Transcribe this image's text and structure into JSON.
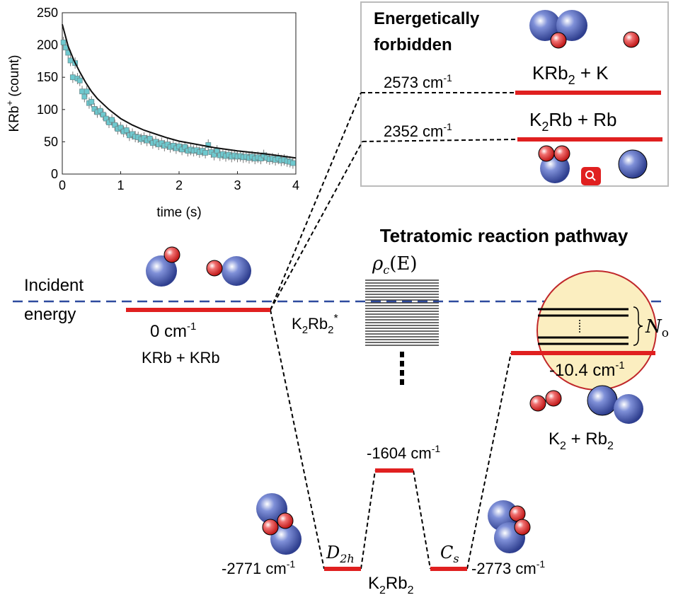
{
  "colors": {
    "level_red": "#e02020",
    "incident_blue": "#2e4a9e",
    "k_atom": "#4a5fb0",
    "rb_atom": "#e84040",
    "inset_marker": "#6ec9cf",
    "circle_fill": "#fbeec0",
    "circle_stroke": "#c0282b",
    "box_stroke": "#bbbbbb"
  },
  "inset_chart": {
    "ylabel": "KRb",
    "ylabel_sup": "+",
    "ylabel_unit": " (count)",
    "xlabel": "time (s)",
    "xticks": [
      "0",
      "1",
      "2",
      "3",
      "4"
    ],
    "yticks": [
      "0",
      "50",
      "100",
      "150",
      "200",
      "250"
    ]
  },
  "chart_data": {
    "type": "scatter",
    "xlabel": "time (s)",
    "ylabel": "KRb+ (count)",
    "xlim": [
      0,
      4
    ],
    "ylim": [
      0,
      250
    ],
    "series": [
      {
        "marker": "square",
        "x": [
          0.02,
          0.06,
          0.1,
          0.14,
          0.18,
          0.22,
          0.26,
          0.3,
          0.34,
          0.38,
          0.42,
          0.46,
          0.5,
          0.55,
          0.6,
          0.65,
          0.7,
          0.75,
          0.8,
          0.85,
          0.9,
          0.95,
          1.0,
          1.05,
          1.1,
          1.15,
          1.2,
          1.25,
          1.3,
          1.35,
          1.4,
          1.45,
          1.5,
          1.55,
          1.6,
          1.65,
          1.7,
          1.75,
          1.8,
          1.85,
          1.9,
          1.95,
          2.0,
          2.05,
          2.1,
          2.15,
          2.2,
          2.25,
          2.3,
          2.35,
          2.4,
          2.45,
          2.5,
          2.55,
          2.6,
          2.65,
          2.7,
          2.75,
          2.8,
          2.85,
          2.9,
          2.95,
          3.0,
          3.05,
          3.1,
          3.15,
          3.2,
          3.25,
          3.3,
          3.35,
          3.4,
          3.45,
          3.5,
          3.55,
          3.6,
          3.65,
          3.7,
          3.75,
          3.8,
          3.85,
          3.9,
          3.95
        ],
        "y": [
          204,
          196,
          188,
          176,
          150,
          172,
          148,
          145,
          128,
          120,
          128,
          110,
          112,
          101,
          96,
          98,
          92,
          86,
          80,
          84,
          76,
          70,
          72,
          66,
          68,
          60,
          62,
          58,
          57,
          54,
          56,
          52,
          55,
          48,
          50,
          46,
          48,
          44,
          46,
          42,
          44,
          40,
          43,
          38,
          42,
          36,
          38,
          36,
          37,
          34,
          36,
          33,
          45,
          34,
          30,
          36,
          29,
          31,
          28,
          30,
          27,
          29,
          27,
          28,
          26,
          27,
          25,
          27,
          24,
          26,
          24,
          29,
          25,
          23,
          24,
          22,
          24,
          21,
          22,
          20,
          19,
          17
        ]
      }
    ],
    "fit": {
      "x": [
        0,
        0.1,
        0.2,
        0.3,
        0.4,
        0.5,
        0.6,
        0.8,
        1.0,
        1.2,
        1.4,
        1.6,
        1.8,
        2.0,
        2.3,
        2.6,
        3.0,
        3.5,
        4.0
      ],
      "y": [
        232,
        198,
        176,
        158,
        142,
        128,
        117,
        100,
        86,
        76,
        68,
        62,
        56,
        51,
        46,
        41,
        36,
        31,
        25
      ]
    }
  },
  "diagram": {
    "box_title_line1": "Energetically",
    "box_title_line2": "forbidden",
    "level_2573": "2573 cm",
    "level_2352": "2352 cm",
    "unit_sup": "-1",
    "product_krb2_k": "KRb",
    "product_krb2_k_sub": "2",
    "product_krb2_k_tail": " + K",
    "product_k2rb_rb": "K",
    "product_k2rb_rb_sub": "2",
    "product_k2rb_rb_tail": "Rb + Rb",
    "pathway_title": "Tetratomic reaction pathway",
    "rho_label": "ρ",
    "rho_sub": "c",
    "rho_tail": "(E)",
    "incident_line1": "Incident",
    "incident_line2": "energy",
    "zero_level": "0 cm",
    "reactants": "KRb + KRb",
    "complex_label": "K",
    "complex_sub": "2",
    "complex_tail": "Rb",
    "complex_sub2": "2",
    "complex_star": "*",
    "no_label": "N",
    "no_sub": "o",
    "exit_level": "-10.4 cm",
    "products_k2_rb2": "K",
    "products_sub1": "2",
    "products_mid": " + Rb",
    "products_sub2": "2",
    "ts_level": "-1604 cm",
    "d2h_level": "-2771 cm",
    "cs_level": "-2773 cm",
    "d2h_label": "D",
    "d2h_sub": "2h",
    "cs_label": "C",
    "cs_sub": "s",
    "minimum_label": "K",
    "minimum_sub1": "2",
    "minimum_mid": "Rb",
    "minimum_sub2": "2"
  }
}
